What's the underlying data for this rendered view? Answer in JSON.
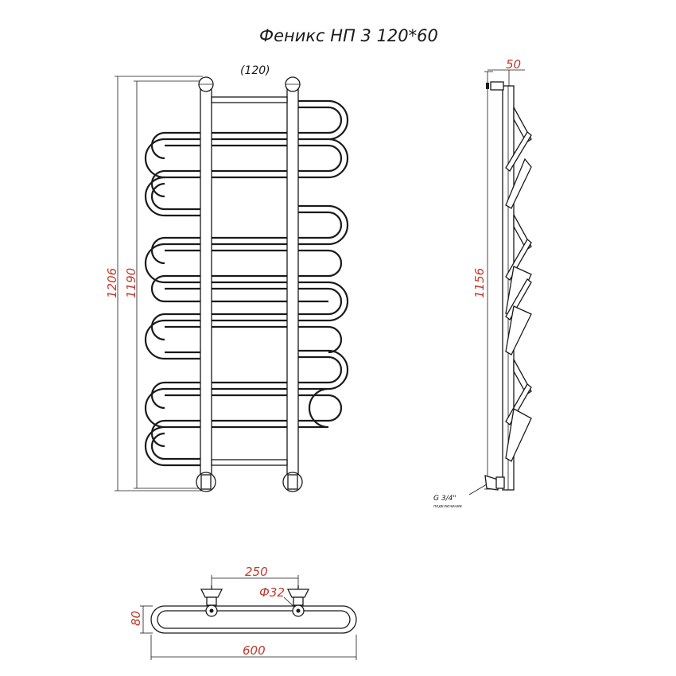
{
  "title": "Феникс НП 3 120*60",
  "front_view": {
    "pitch_label": "(120)",
    "height_outer": "1206",
    "height_inner": "1190"
  },
  "side_view": {
    "depth": "50",
    "height": "1156",
    "thread_label": "G 3/4\"",
    "thread_note": "подключение"
  },
  "top_view": {
    "center_distance": "250",
    "pipe_diameter": "Ф32",
    "depth": "80",
    "width": "600"
  },
  "colors": {
    "dimension_text": "#c0392b",
    "line": "#1a1a1a"
  }
}
